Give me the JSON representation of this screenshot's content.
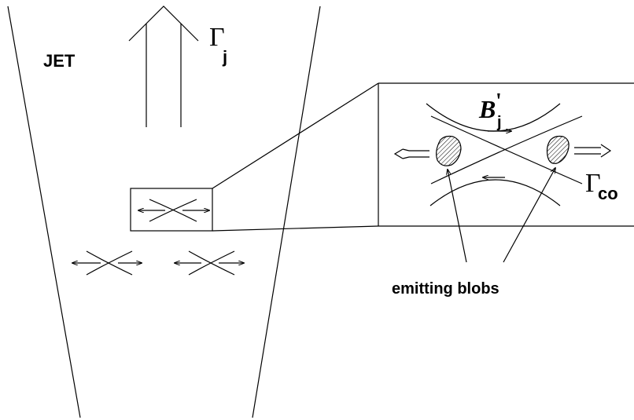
{
  "labels": {
    "jet": "JET",
    "gamma_j_symbol": "Γ",
    "gamma_j_sub": "j",
    "b_field_symbol": "B",
    "b_field_prime": "'",
    "b_field_sub": "j",
    "gamma_co_symbol": "Γ",
    "gamma_co_sub": "co",
    "emitting_blobs": "emitting blobs"
  },
  "colors": {
    "ink": "#000000",
    "background": "#ffffff"
  }
}
